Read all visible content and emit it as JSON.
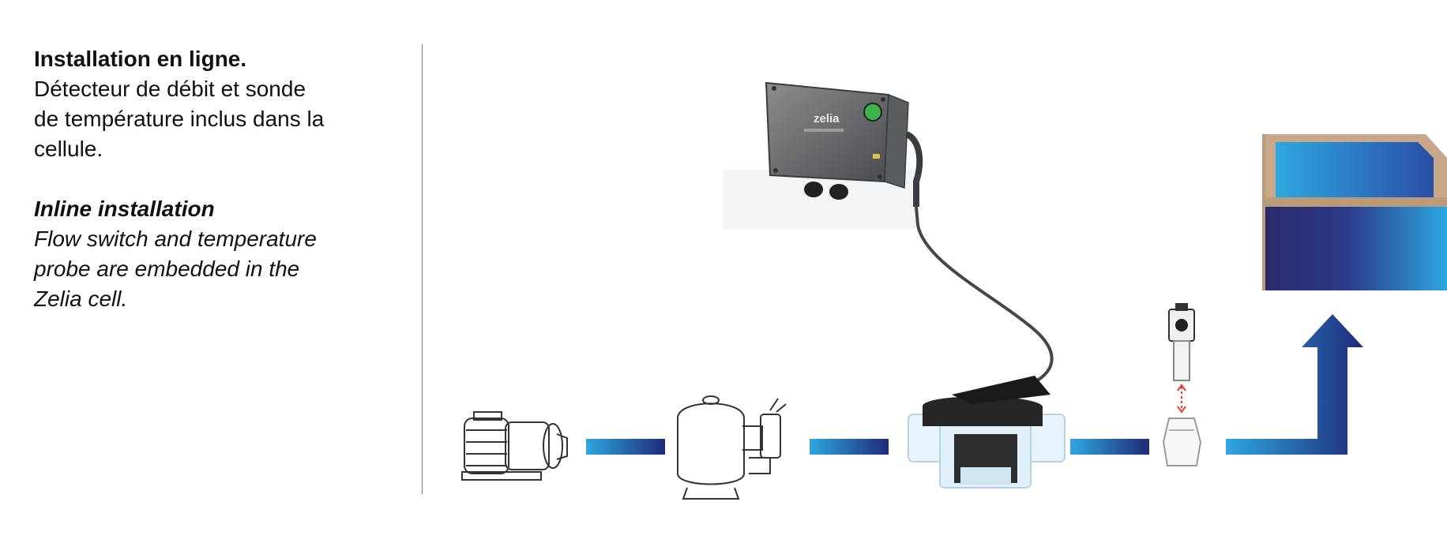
{
  "fr": {
    "title": "Installation en ligne.",
    "line1": "Détecteur de débit et sonde",
    "line2": "de température inclus dans la",
    "line3": "cellule."
  },
  "en": {
    "title": "Inline installation",
    "line1": "Flow switch and temperature",
    "line2": "probe are embedded in the",
    "line3": "Zelia cell."
  },
  "controller": {
    "brand": "zelia"
  },
  "colors": {
    "pipe_light": "#2ea7e0",
    "pipe_dark": "#1f2a78",
    "pool_water": "#2ea7e0",
    "pool_wall_dark": "#2b2a6a",
    "pool_rim": "#b99a7a"
  }
}
